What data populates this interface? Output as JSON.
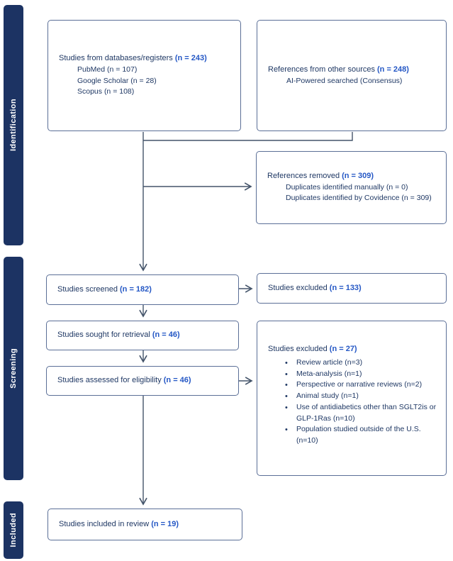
{
  "colors": {
    "sidebar_bg": "#1c3363",
    "sidebar_text": "#ffffff",
    "box_border": "#5b6f97",
    "line": "#44546a",
    "text_navy": "#1f3864",
    "accent_blue": "#2457c5",
    "page_bg": "#ffffff"
  },
  "sidebar": {
    "identification": "Identification",
    "screening": "Screening",
    "included": "Included"
  },
  "boxes": {
    "databases": {
      "label": "Studies from databases/registers",
      "count": "(n = 243)",
      "items": [
        "PubMed (n = 107)",
        "Google Scholar (n = 28)",
        "Scopus (n = 108)"
      ]
    },
    "other_sources": {
      "label": "References from other sources",
      "count": "(n = 248)",
      "items": [
        "AI-Powered searched (Consensus)"
      ]
    },
    "removed": {
      "label": "References removed",
      "count": "(n = 309)",
      "items": [
        "Duplicates identified manually (n = 0)",
        "Duplicates identified by Covidence (n = 309)"
      ]
    },
    "screened": {
      "label": "Studies screened",
      "count": "(n = 182)"
    },
    "excluded_screening": {
      "label": "Studies excluded",
      "count": "(n = 133)"
    },
    "sought": {
      "label": "Studies sought for retrieval",
      "count": "(n = 46)"
    },
    "assessed": {
      "label": "Studies assessed for eligibility",
      "count": "(n = 46)"
    },
    "excluded_eligibility": {
      "label": "Studies excluded",
      "count": "(n = 27)",
      "bullets": [
        "Review article (n=3)",
        "Meta-analysis (n=1)",
        "Perspective or narrative reviews (n=2)",
        "Animal study (n=1)",
        "Use of antidiabetics other than SGLT2is or GLP-1Ras (n=10)",
        "Population studied outside of the U.S. (n=10)"
      ]
    },
    "included": {
      "label": "Studies included in review",
      "count": "(n = 19)"
    }
  }
}
